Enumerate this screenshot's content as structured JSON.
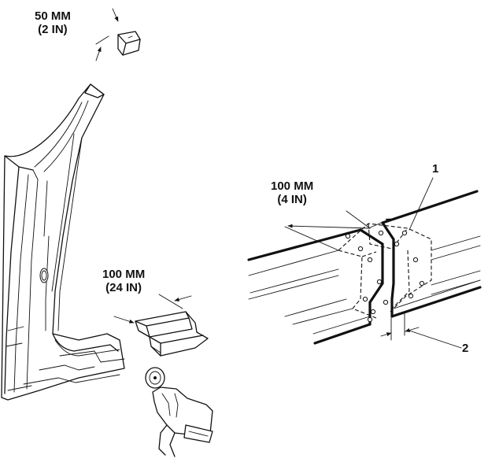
{
  "labels": {
    "dim_50": {
      "line1": "50 MM",
      "line2": "(2 IN)"
    },
    "dim_100_left": {
      "line1": "100 MM",
      "line2": "(24 IN)"
    },
    "dim_100_right": {
      "line1": "100 MM",
      "line2": "(4 IN)"
    },
    "callout_1": "1",
    "callout_2": "2"
  },
  "colors": {
    "ink": "#111111",
    "background": "#ffffff"
  },
  "icons": [
    "pillar-panel",
    "insert-piece",
    "channel-insert",
    "rocker-rail",
    "sleeve-insert",
    "grinder-hand"
  ]
}
